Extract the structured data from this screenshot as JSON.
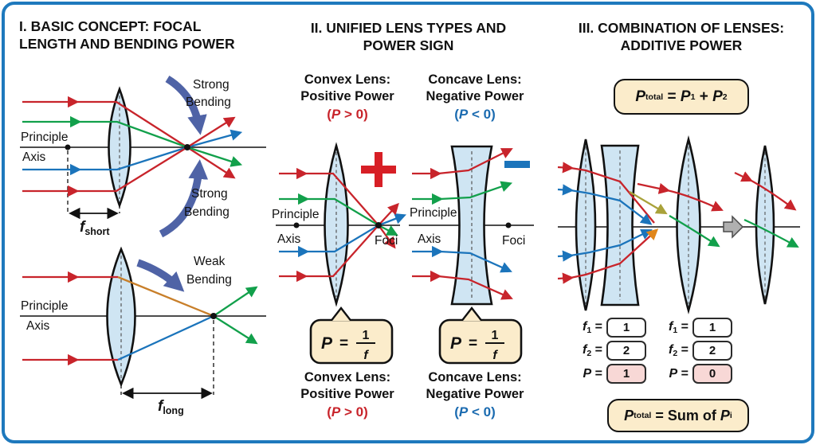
{
  "figure": {
    "border_color": "#1e79bd",
    "background": "#ffffff"
  },
  "colors": {
    "ray_red": "#c8242b",
    "ray_green": "#12a04b",
    "ray_blue": "#1b74bb",
    "ray_orange": "#c87f2a",
    "ray_olive": "#a9a23a",
    "arrowhead_orange": "#e0861a",
    "bend_arrow_blue": "#4f63a6",
    "lens_fill": "#cfe5f3",
    "formula_box_fill": "#fbeccb",
    "power_box_fill": "#f8d8d6",
    "plus_sign_red": "#d71f26",
    "minus_sign_blue": "#1b74bb",
    "equivalence_arrow_gray": "#b0b0b0"
  },
  "panel1": {
    "title_line1": "I. BASIC CONCEPT: FOCAL",
    "title_line2": "LENGTH AND BENDING POWER"
  },
  "panel2": {
    "title_line1": "II. UNIFIED LENS TYPES AND",
    "title_line2": "POWER SIGN"
  },
  "panel3": {
    "title_line1": "III. COMBINATION OF LENSES:",
    "title_line2": "ADDITIVE POWER"
  },
  "labels": {
    "principle": "Principle",
    "axis": "Axis",
    "foci": "Foci",
    "strong": "Strong",
    "weak": "Weak",
    "bending": "Bending",
    "f": "f",
    "short": "short",
    "long": "long",
    "P": "P",
    "eq": "=",
    "one": "1",
    "two": "2",
    "zero": "0",
    "plus": "+",
    "total": "total",
    "sum_of": "= Sum of",
    "i": "i",
    "paren_open": "(",
    "gt_zero": " > 0)",
    "lt_zero": " < 0)",
    "convex_line1": "Convex Lens:",
    "convex_line2": "Positive Power",
    "concave_line1": "Concave Lens:",
    "concave_line2": "Negative Power"
  },
  "values": {
    "left": {
      "f1": "1",
      "f2": "2",
      "P": "1"
    },
    "right": {
      "f1": "1",
      "f2": "2",
      "P": "0"
    }
  }
}
